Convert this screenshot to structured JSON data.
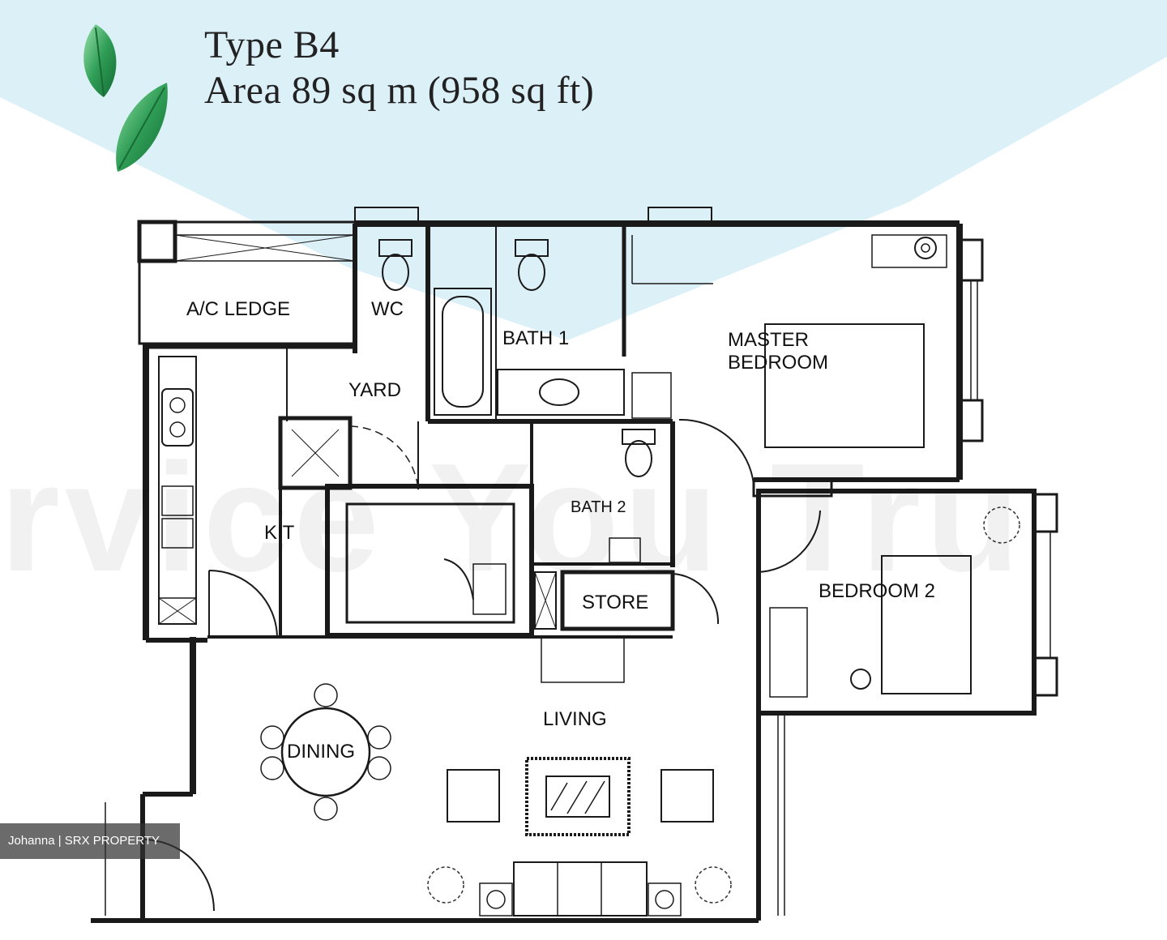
{
  "title": {
    "line1": "Type B4",
    "line2": "Area 89 sq m (958 sq ft)"
  },
  "rooms": {
    "ac_ledge": "A/C LEDGE",
    "wc": "WC",
    "bath1": "BATH 1",
    "master_bedroom": "MASTER\nBEDROOM",
    "yard": "YARD",
    "kitchen": "KIT",
    "bath2": "BATH 2",
    "store": "STORE",
    "bedroom2": "BEDROOM 2",
    "living": "LIVING",
    "dining": "DINING"
  },
  "watermark": "rvice You Tru",
  "credit": "Johanna | SRX PROPERTY",
  "colors": {
    "wall": "#1a1a1a",
    "backdrop": "#dcf0f8",
    "leaf_dark": "#1f8a45",
    "leaf_light": "#6fcf8a",
    "credit_bg": "#323232"
  },
  "icons": [
    "leaf-icon",
    "toilet-icon",
    "bathtub-icon",
    "sink-icon",
    "bed-icon",
    "sofa-icon",
    "plant-icon",
    "lamp-icon"
  ]
}
